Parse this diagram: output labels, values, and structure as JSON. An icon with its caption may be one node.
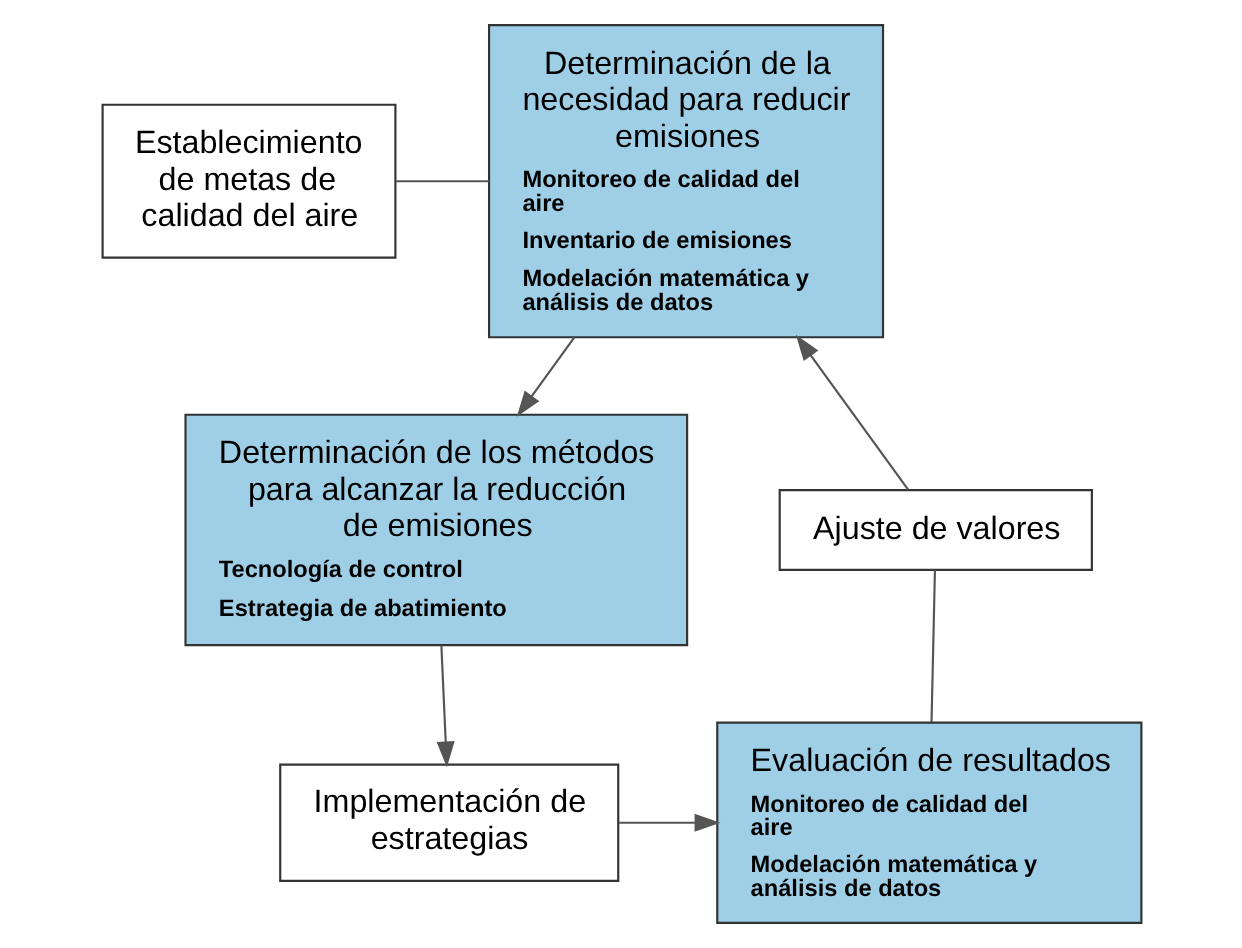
{
  "diagram": {
    "nodes": [
      {
        "text": [
          "Establecimiento de metas de calidad del aire"
        ]
      },
      {
        "text": [
          "Determinación de la necesidad para reducir emisiones",
          "Monitoreo de calidad del aire",
          "Inventario de emisiones",
          "Modelación matemática y análisis de datos"
        ]
      },
      {
        "text": [
          "Ajuste de valores"
        ]
      },
      {
        "text": [
          "Determinación de los métodos para alcanzar la reducción de emisiones",
          "Tecnología de control",
          "Estrategia de abatimiento"
        ]
      },
      {
        "text": [
          "Evaluación de resultados",
          "Monitoreo de calidad del aire",
          "Modelación matemática y análisis de datos"
        ]
      },
      {
        "text": [
          "Implementación de estrategias"
        ]
      }
    ],
    "edges": [
      {
        "from": 0,
        "to": 1,
        "arrow": "none"
      },
      {
        "from": 1,
        "to": 3,
        "arrow": "to"
      },
      {
        "from": 3,
        "to": 5,
        "arrow": "to"
      },
      {
        "from": 5,
        "to": 4,
        "arrow": "to"
      },
      {
        "from": 4,
        "to": 2,
        "arrow": "none"
      },
      {
        "from": 2,
        "to": 1,
        "arrow": "to"
      }
    ]
  }
}
